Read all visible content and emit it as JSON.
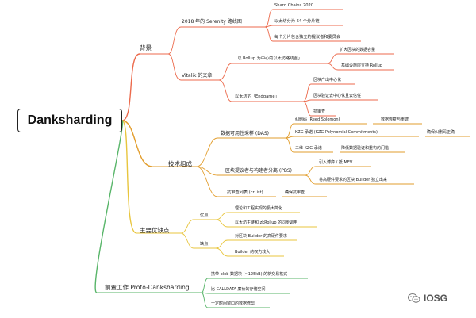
{
  "root": "Danksharding",
  "colors": {
    "background": "#ec6a4c",
    "tech": "#e29d2c",
    "pros_cons": "#e8c53d",
    "proto": "#58b569"
  },
  "background": {
    "label": "背景",
    "serenity": {
      "label": "2018 年的 Serenity 路线图",
      "items": [
        "Shard Chains 2020",
        "以太坊分为 64 个分片链",
        "每个分片包含独立的提议者和委员会"
      ]
    },
    "vitalik": {
      "label": "Vitalik 的文章",
      "rollup": {
        "label": "「以 Rollup 为中心的以太坊路线图」",
        "items": [
          "扩大区块的数据容量",
          "基础设施层支持 Rollup"
        ]
      },
      "endgame": {
        "label": "以太坊的「Endgame」",
        "items": [
          "区块产出中心化",
          "区块验证去中心化且去信任",
          "抗审查"
        ]
      }
    }
  },
  "tech": {
    "label": "技术组成",
    "das": {
      "label": "数据可用性采样 (DAS)",
      "rs": {
        "label": "纠删码 (Reed Solomon)",
        "note": "数据恢复与重建"
      },
      "kzg": {
        "label": "KZG 承诺 (KZG Polynomial Commitments)",
        "note": "确保纠删码正确"
      },
      "kzg2d": {
        "label": "二维 KZG 承诺",
        "note": "降低数据验证和重构的门槛"
      }
    },
    "pbs": {
      "label": "区块提议者与构建者分离 (PBS)",
      "items": [
        "引入博弈 / 抵 MEV",
        "将高硬件要求的区块 Builder 独立出来"
      ]
    },
    "crlist": {
      "label": "抗审查列表 (crList)",
      "note": "确保抗审查"
    }
  },
  "pros_cons": {
    "label": "主要优缺点",
    "pros": {
      "label": "优点",
      "items": [
        "理论和工程实现的极大简化",
        "以太坊主链和 zkRollup 的同步调用"
      ]
    },
    "cons": {
      "label": "缺点",
      "items": [
        "对区块 Builder 的高硬件要求",
        "Builder 的权力较大"
      ]
    }
  },
  "proto": {
    "label": "前置工作 Proto-Danksharding",
    "items": [
      "携带 blob 数据块 (~125kB) 的新交易格式",
      "比 CALLDATA 廉价的存储空间",
      "一定时间窗口的数据修剪"
    ]
  },
  "watermark": "IOSG"
}
